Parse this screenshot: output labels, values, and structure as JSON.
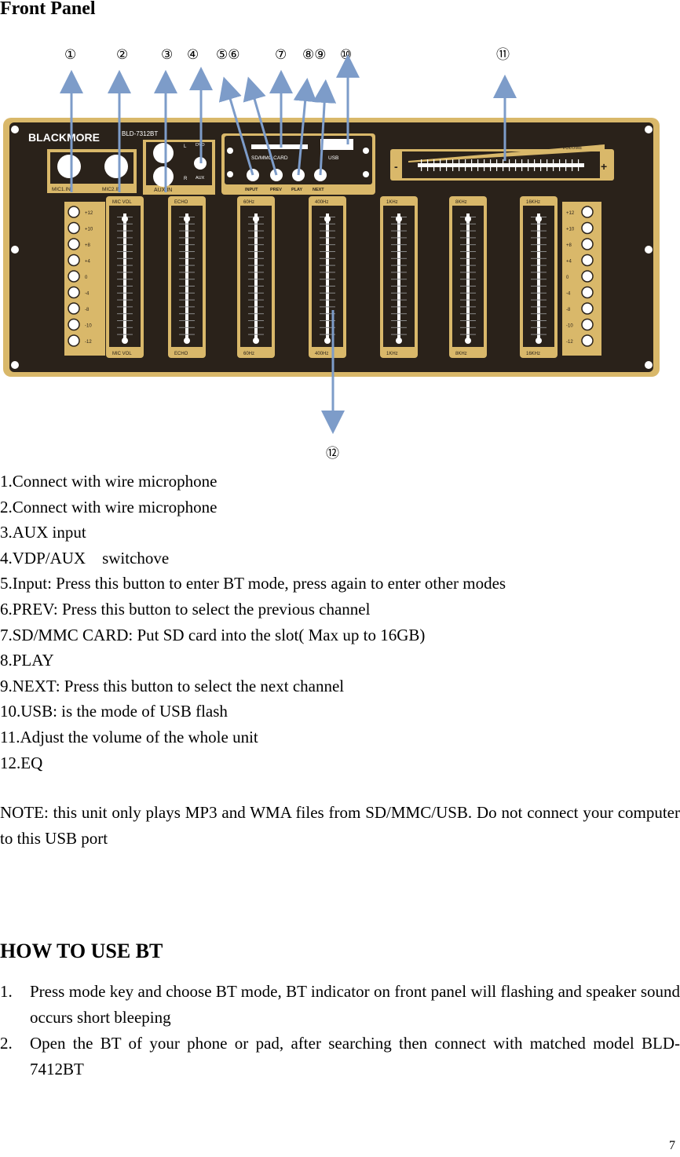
{
  "title": "Front Panel",
  "panel": {
    "brand": "BLACKMORE",
    "model": "BLD-7312BT",
    "callouts": [
      "①",
      "②",
      "③",
      "④",
      "⑤⑥",
      "⑦",
      "⑧⑨",
      "⑩",
      "⑪",
      "⑫"
    ],
    "labels": {
      "mic1": "MIC1.IN",
      "mic2": "MIC2.IN",
      "aux_in": "AUX IN",
      "aux_l": "L",
      "aux_r": "R",
      "dvd": "DVD",
      "aux": "AUX",
      "sd_card": "SD/MMC CARD",
      "usb": "USB",
      "input": "INPUT",
      "prev": "PREV",
      "play": "PLAY",
      "next": "NEXT",
      "volume": "VOLUME",
      "minus": "-",
      "plus": "+"
    },
    "sliders": [
      "MIC VOL",
      "ECHO",
      "60Hz",
      "400Hz",
      "1KHz",
      "8KHz",
      "16KHz"
    ],
    "scale": [
      "+12",
      "+10",
      "+8",
      "+4",
      "0",
      "-4",
      "-8",
      "-10",
      "-12"
    ]
  },
  "legend": [
    "1.Connect with wire microphone",
    "2.Connect with wire microphone",
    "3.AUX input",
    "4.VDP/AUX    switchove",
    "5.Input: Press this button to enter BT mode, press again to enter other modes",
    "6.PREV: Press this button to select the previous channel",
    "7.SD/MMC CARD: Put SD card into the slot( Max up to 16GB)",
    "8.PLAY",
    "9.NEXT: Press this button to select the next channel",
    "10.USB: is the mode of USB flash",
    "11.Adjust the volume of the whole unit",
    "12.EQ"
  ],
  "note": "NOTE: this unit only plays MP3 and WMA files from SD/MMC/USB. Do not connect your computer to this USB port",
  "section_title": "HOW TO USE BT",
  "steps": [
    {
      "num": "1.",
      "text": "Press mode key and choose BT mode, BT indicator on front panel will flashing and speaker sound occurs short bleeping"
    },
    {
      "num": "2.",
      "text": "Open the BT of your phone or pad, after searching then connect with matched model BLD-7412BT"
    }
  ],
  "page_number": "7",
  "colors": {
    "panel_bg": "#2a221a",
    "gold": "#d9b86a",
    "arrow": "#7d9cc9"
  }
}
